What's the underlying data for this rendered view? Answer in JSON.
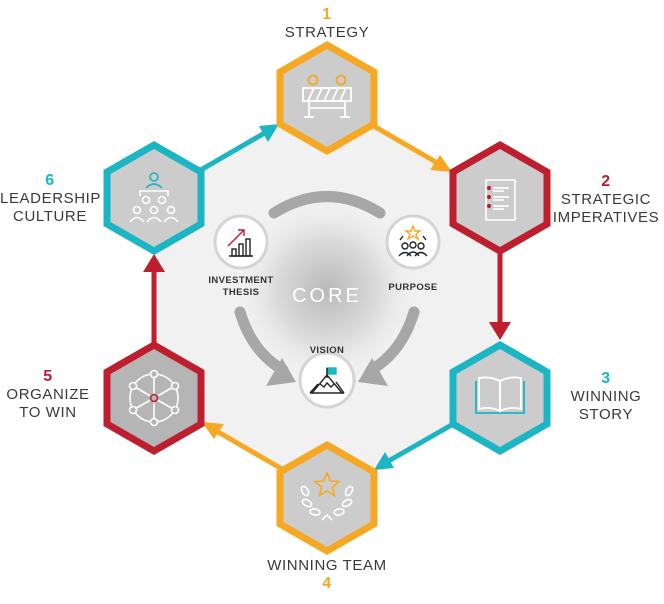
{
  "colors": {
    "orange": "#F7A823",
    "red": "#BE1E2D",
    "teal": "#1BB5C3",
    "hex_fill": "#CCCCCC",
    "core_bg": "#F1F1F1",
    "arc_gray": "#A7A7A7"
  },
  "steps": [
    {
      "number": "1",
      "title": "STRATEGY",
      "color": "orange",
      "icon": "barricade-icon"
    },
    {
      "number": "2",
      "title_line1": "STRATEGIC",
      "title_line2": "IMPERATIVES",
      "color": "red",
      "icon": "checklist-icon"
    },
    {
      "number": "3",
      "title_line1": "WINNING",
      "title_line2": "STORY",
      "color": "teal",
      "icon": "open-book-icon"
    },
    {
      "number": "4",
      "title": "WINNING TEAM",
      "color": "orange",
      "icon": "star-laurel-icon"
    },
    {
      "number": "5",
      "title_line1": "ORGANIZE",
      "title_line2": "TO WIN",
      "color": "red",
      "icon": "network-wheel-icon"
    },
    {
      "number": "6",
      "title_line1": "LEADERSHIP",
      "title_line2": "CULTURE",
      "color": "teal",
      "icon": "org-chart-people-icon"
    }
  ],
  "core": {
    "title": "CORE",
    "items": [
      {
        "label_line1": "INVESTMENT",
        "label_line2": "THESIS",
        "icon": "growth-chart-icon"
      },
      {
        "label": "PURPOSE",
        "icon": "team-star-icon"
      },
      {
        "label": "VISION",
        "icon": "mountain-flag-icon"
      }
    ]
  }
}
